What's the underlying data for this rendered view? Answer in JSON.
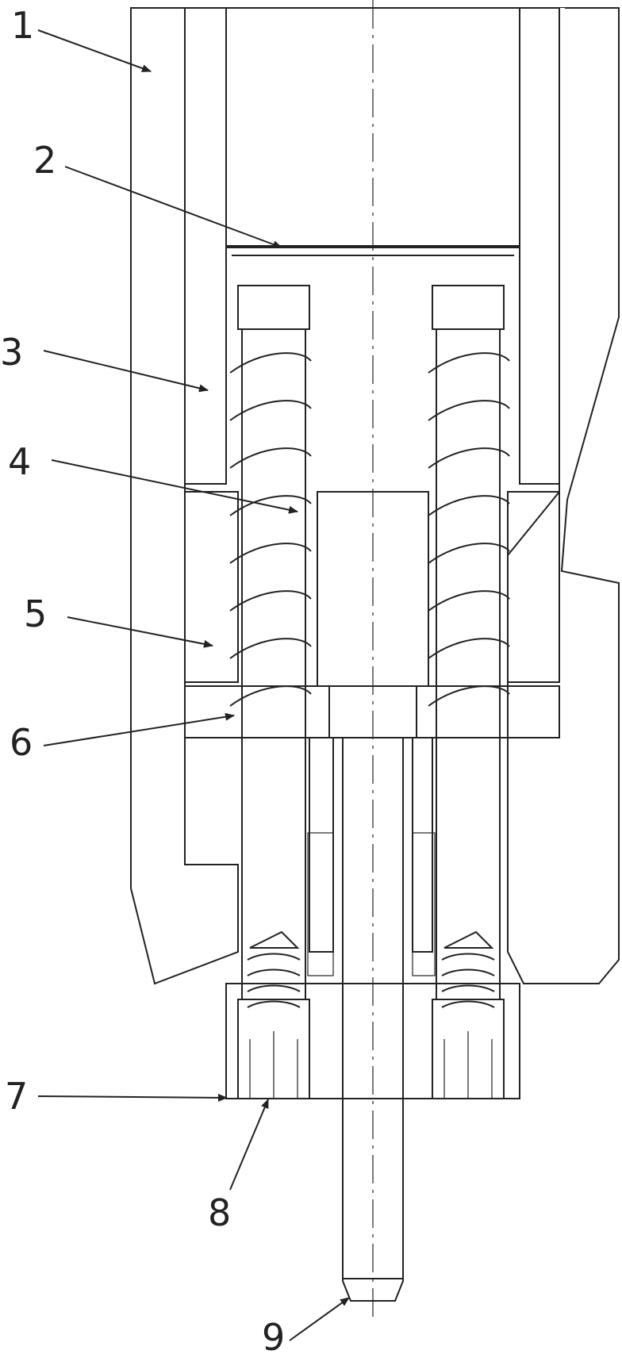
{
  "figure": {
    "callouts": [
      {
        "id": "1",
        "label": "1"
      },
      {
        "id": "2",
        "label": "2"
      },
      {
        "id": "3",
        "label": "3"
      },
      {
        "id": "4",
        "label": "4"
      },
      {
        "id": "5",
        "label": "5"
      },
      {
        "id": "6",
        "label": "6"
      },
      {
        "id": "7",
        "label": "7"
      },
      {
        "id": "8",
        "label": "8"
      },
      {
        "id": "9",
        "label": "9"
      }
    ]
  }
}
